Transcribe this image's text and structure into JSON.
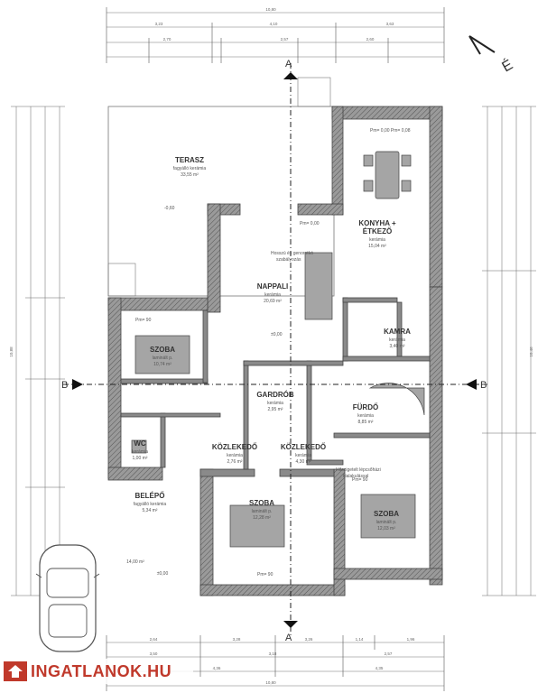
{
  "compass": "É",
  "section_marks": {
    "a": "A",
    "b": "B"
  },
  "rooms": {
    "terasz": {
      "name": "TERASZ",
      "floor": "fagyálló kerámia",
      "area": "33,55 m²"
    },
    "konyha": {
      "name": "KONYHA +",
      "name2": "ÉTKEZŐ",
      "floor": "kerámia",
      "area": "15,04 m²"
    },
    "nappali": {
      "name": "NAPPALI",
      "floor": "kerámia",
      "area": "20,69 m²"
    },
    "kamra": {
      "name": "KAMRA",
      "floor": "kerámia",
      "area": "3,40 m²"
    },
    "szoba_nw": {
      "name": "SZOBA",
      "floor": "laminált p.",
      "area": "10,74 m²"
    },
    "gardrob": {
      "name": "GARDRÓB",
      "floor": "kerámia",
      "area": "2,95 m²"
    },
    "furdo": {
      "name": "FÜRDŐ",
      "floor": "kerámia",
      "area": "8,85 m²"
    },
    "wc": {
      "name": "WC",
      "floor": "kerámia",
      "area": "1,00 m²"
    },
    "kozlekedo1": {
      "name": "KÖZLEKEDŐ",
      "floor": "kerámia",
      "area": "2,76 m²"
    },
    "kozlekedo2": {
      "name": "KÖZLEKEDŐ",
      "floor": "kerámia",
      "area": "4,30 m²"
    },
    "belepo": {
      "name": "BELÉPŐ",
      "floor": "fagyálló kerámia",
      "area": "5,34 m²"
    },
    "szoba_s": {
      "name": "SZOBA",
      "floor": "laminált p.",
      "area": "12,28 m²"
    },
    "szoba_se": {
      "name": "SZOBA",
      "floor": "laminált p.",
      "area": "12,03 m²"
    },
    "parking": {
      "area": "14,00 m²",
      "level": "±0,00"
    }
  },
  "annotations": {
    "pm_konyha": "Pm= 0,00  Pm= 0,08",
    "pm_nappali": "Pm= 0,00",
    "pm_szoba": "Pm= 90",
    "pm_furdo": "Pm= 90",
    "pm_szoba_s": "Pm= 90",
    "level_terasz": "-0,60",
    "level_nappali": "±0,00",
    "hood_note1": "Hosszú és genorotkó",
    "hood_note2": "szabályozás",
    "bath_note1": "Hőszigetelt lépcsőházi",
    "bath_note2": "kialakulással"
  },
  "dimensions": {
    "top_total": "10,80",
    "top_row2": [
      "3,23",
      "4,10",
      "3,63"
    ],
    "top_row3": [
      "2,70",
      "2,57",
      "2,60"
    ],
    "bottom_row1": [
      "2,64",
      "3,28",
      "3,26",
      "1,14",
      "1,96"
    ],
    "bottom_row2": [
      "3,50",
      "3,18",
      "2,57"
    ],
    "bottom_row3": [
      "4,36",
      "4,35"
    ],
    "bottom_total": "10,80",
    "left_total": "10,88",
    "right_total": "10,46"
  },
  "watermark": "INGATLANOK.HU"
}
